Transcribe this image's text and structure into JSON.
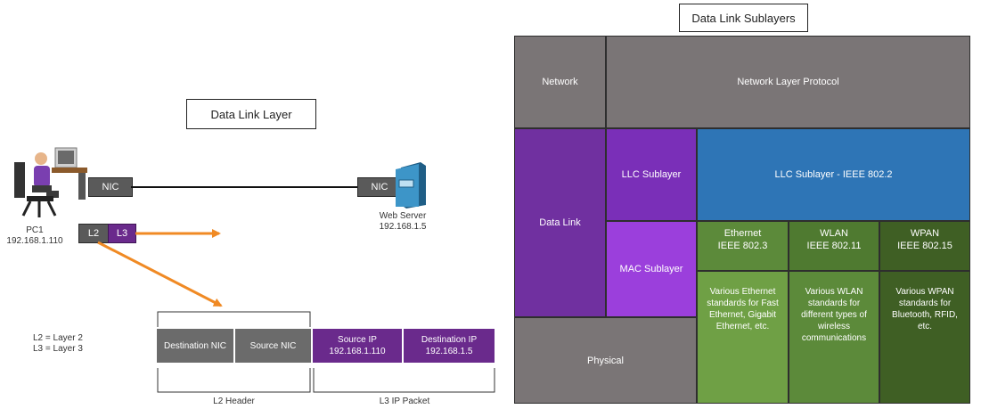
{
  "left": {
    "title": "Data Link Layer",
    "pc": {
      "name": "PC1",
      "ip": "192.168.1.110"
    },
    "server": {
      "name": "Web Server",
      "ip": "192.168.1.5"
    },
    "nic_label": "NIC",
    "tags": [
      "L2",
      "L3"
    ],
    "legend": [
      "L2 = Layer 2",
      "L3 = Layer 3"
    ],
    "frame": [
      {
        "lines": [
          "Destination NIC"
        ]
      },
      {
        "lines": [
          "Source NIC"
        ]
      },
      {
        "lines": [
          "Source IP",
          "192.168.1.110"
        ]
      },
      {
        "lines": [
          "Destination IP",
          "192.168.1.5"
        ]
      }
    ],
    "brace_labels": [
      "L2 Header",
      "L3 IP Packet"
    ],
    "colors": {
      "arrow": "#f08a24",
      "purple": "#6a2a8c",
      "grey": "#6b6b6b"
    }
  },
  "right": {
    "title": "Data Link Sublayers",
    "rows": {
      "network": "Network",
      "network_protocol": "Network Layer Protocol",
      "data_link": "Data Link",
      "llc_sublayer": "LLC Sublayer",
      "llc_standard": "LLC Sublayer - IEEE 802.2",
      "mac_sublayer": "MAC Sublayer",
      "physical": "Physical"
    },
    "columns": [
      {
        "name": "Ethernet",
        "standard": "IEEE 802.3",
        "description": "Various Ethernet standards for Fast Ethernet, Gigabit Ethernet, etc."
      },
      {
        "name": "WLAN",
        "standard": "IEEE 802.11",
        "description": "Various WLAN standards for different types of wireless communications"
      },
      {
        "name": "WPAN",
        "standard": "IEEE 802.15",
        "description": "Various WPAN standards for Bluetooth, RFID, etc."
      }
    ],
    "colors": {
      "grey": "#7a7576",
      "purple_dark": "#7030a0",
      "purple_light": "#9b3fdc",
      "blue": "#2e75b6",
      "green_mid": "#5c8a3a",
      "green_light": "#6fa045",
      "green_dark": "#3f5f24"
    }
  }
}
